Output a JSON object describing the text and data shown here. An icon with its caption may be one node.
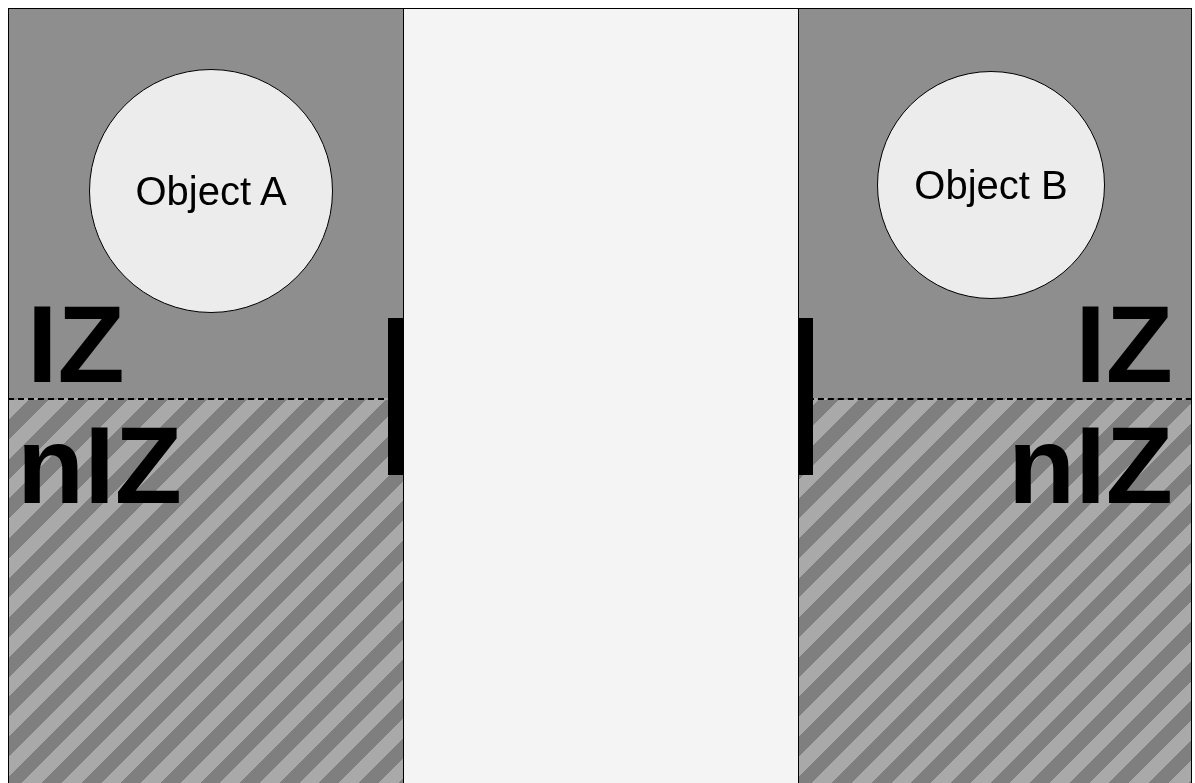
{
  "diagram": {
    "nodes": [
      {
        "text": [
          "IZ"
        ]
      },
      {
        "text": [
          "Object A"
        ],
        "in": 0
      },
      {
        "text": [],
        "shape": "box"
      },
      {
        "text": [
          "IZ"
        ]
      },
      {
        "text": [
          "Object B"
        ],
        "in": 3
      },
      {
        "text": [],
        "shape": "bar"
      },
      {
        "text": [],
        "shape": "bar"
      },
      {
        "text": [
          "nIZ"
        ]
      },
      {
        "text": [
          "nIZ"
        ]
      }
    ]
  }
}
